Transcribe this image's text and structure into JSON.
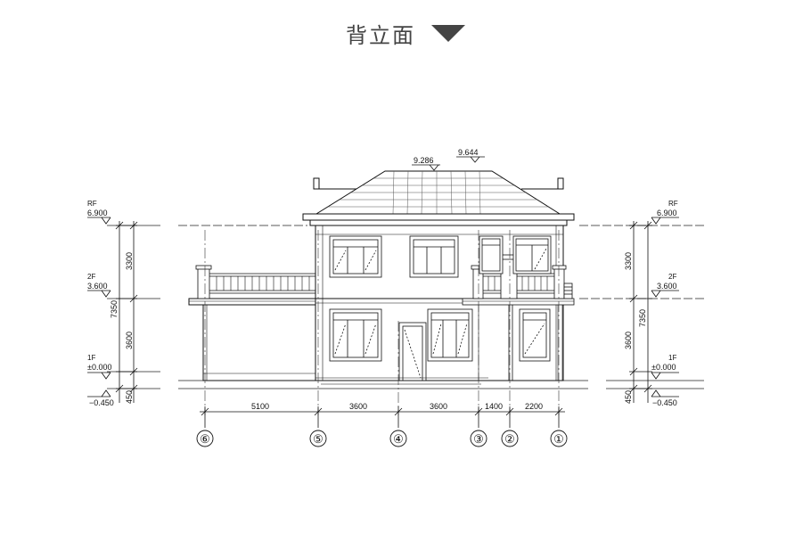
{
  "header": {
    "title": "背立面"
  },
  "elevation": {
    "roof_marks": [
      "9.286",
      "9.644"
    ],
    "left_levels": [
      {
        "name": "RF",
        "value": "6.900"
      },
      {
        "name": "2F",
        "value": "3.600"
      },
      {
        "name": "1F",
        "value": "±0.000"
      },
      {
        "name": "",
        "value": "−0.450"
      }
    ],
    "right_levels": [
      {
        "name": "RF",
        "value": "6.900"
      },
      {
        "name": "2F",
        "value": "3.600"
      },
      {
        "name": "1F",
        "value": "±0.000"
      },
      {
        "name": "",
        "value": "−0.450"
      }
    ],
    "vertical_dims": {
      "upper": "3300",
      "total": "7350",
      "lower": "3600",
      "base": "450"
    },
    "horizontal_dims": [
      "5100",
      "3600",
      "3600",
      "1400",
      "2200"
    ],
    "axes": [
      "⑥",
      "⑤",
      "④",
      "③",
      "②",
      "①"
    ]
  }
}
